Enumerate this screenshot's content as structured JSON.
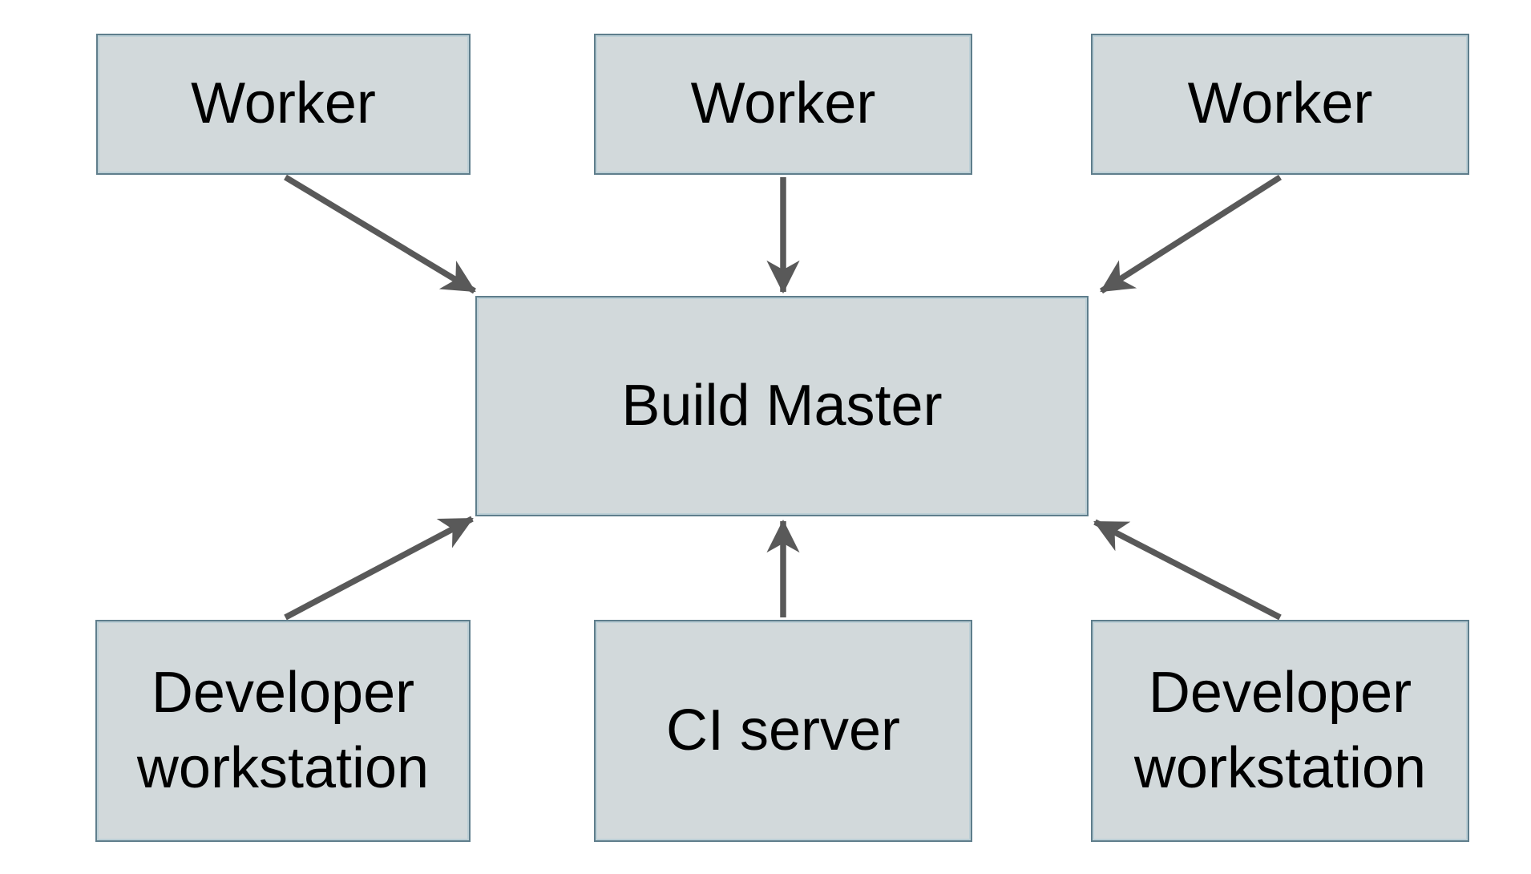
{
  "diagram": {
    "nodes": [
      {
        "id": "worker-1",
        "label": "Worker"
      },
      {
        "id": "worker-2",
        "label": "Worker"
      },
      {
        "id": "worker-3",
        "label": "Worker"
      },
      {
        "id": "build-master",
        "label": "Build Master"
      },
      {
        "id": "developer-workstation-1",
        "label": "Developer workstation"
      },
      {
        "id": "ci-server",
        "label": "CI server"
      },
      {
        "id": "developer-workstation-2",
        "label": "Developer workstation"
      }
    ],
    "edges": [
      {
        "from": "worker-1",
        "to": "build-master",
        "direction": "into-top-left"
      },
      {
        "from": "worker-2",
        "to": "build-master",
        "direction": "into-top-center"
      },
      {
        "from": "worker-3",
        "to": "build-master",
        "direction": "into-top-right"
      },
      {
        "from": "developer-workstation-1",
        "to": "build-master",
        "direction": "into-bottom-left"
      },
      {
        "from": "ci-server",
        "to": "build-master",
        "direction": "into-bottom-center"
      },
      {
        "from": "developer-workstation-2",
        "to": "build-master",
        "direction": "into-bottom-right"
      }
    ],
    "colors": {
      "background": "#ffffff",
      "node_fill": "#d2d9db",
      "node_border": "#5f7e8c",
      "node_inner_highlight": "#bccfd6",
      "arrow": "#595959",
      "text": "#000000"
    }
  }
}
